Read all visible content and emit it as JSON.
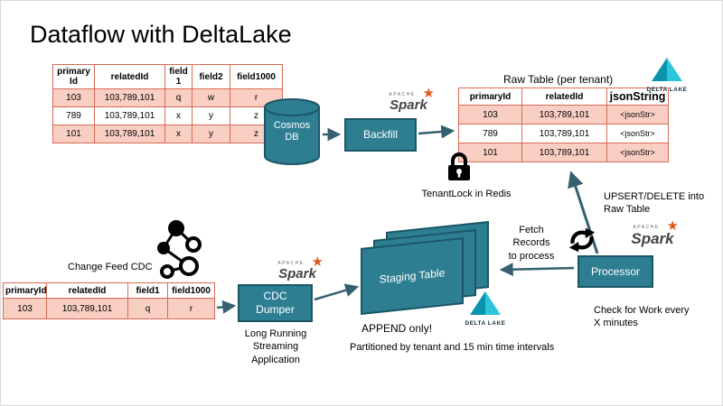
{
  "title": "Dataflow with DeltaLake",
  "logos": {
    "apache": "APACHE",
    "spark": "Spark",
    "star": "★",
    "delta": "DELTA LAKE"
  },
  "nodes": {
    "cosmos_db": "Cosmos\nDB",
    "backfill": "Backfill",
    "cdc_dumper": "CDC\nDumper",
    "processor": "Processor",
    "staging_table": "Staging Table"
  },
  "labels": {
    "raw_table_title": "Raw Table (per tenant)",
    "tenant_lock": "TenantLock in Redis",
    "upsert_delete": "UPSERT/DELETE into\nRaw Table",
    "fetch_records": "Fetch\nRecords\nto process",
    "check_for_work": "Check for Work every\nX minutes",
    "append_only": "APPEND only!",
    "partitioned": "Partitioned by tenant and  15 min time intervals",
    "change_feed_cdc": "Change Feed CDC",
    "long_running": "Long Running\nStreaming\nApplication"
  },
  "tables": {
    "source": {
      "headers": [
        "primary\nId",
        "relatedId",
        "field\n1",
        "field2",
        "field1000"
      ],
      "rows": [
        [
          "103",
          "103,789,101",
          "q",
          "w",
          "r"
        ],
        [
          "789",
          "103,789,101",
          "x",
          "y",
          "z"
        ],
        [
          "101",
          "103,789,101",
          "x",
          "y",
          "z"
        ]
      ]
    },
    "raw": {
      "headers": [
        "primaryId",
        "relatedId",
        "jsonString"
      ],
      "rows": [
        [
          "103",
          "103,789,101",
          "<jsonStr>"
        ],
        [
          "789",
          "103,789,101",
          "<jsonStr>"
        ],
        [
          "101",
          "103,789,101",
          "<jsonStr>"
        ]
      ]
    },
    "cdc": {
      "headers": [
        "primaryId",
        "relatedId",
        "field1",
        "field1000"
      ],
      "rows": [
        [
          "103",
          "103,789,101",
          "q",
          "r"
        ]
      ]
    }
  },
  "colors": {
    "teal_node": "#2e7e92",
    "teal_border": "#1c5666",
    "table_border": "#d96a55",
    "table_row_pink": "#f9cfc4",
    "arrow": "#35606f",
    "spark_orange": "#e25a1c",
    "delta_teal_dark": "#0a93ad",
    "delta_teal_light": "#2cc5da"
  }
}
